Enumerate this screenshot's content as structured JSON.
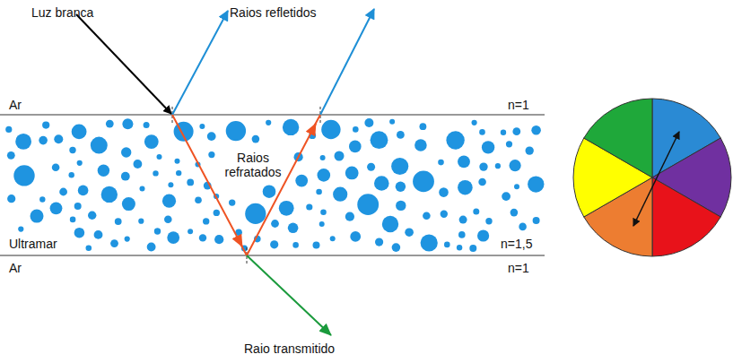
{
  "diagram": {
    "labels": [
      "Luz branca",
      "Raios refletidos",
      "Ar",
      "n=1",
      "Raios refratados",
      "Ultramar",
      "n=1,5",
      "Ar",
      "n=1",
      "Raio transmitido"
    ]
  }
}
